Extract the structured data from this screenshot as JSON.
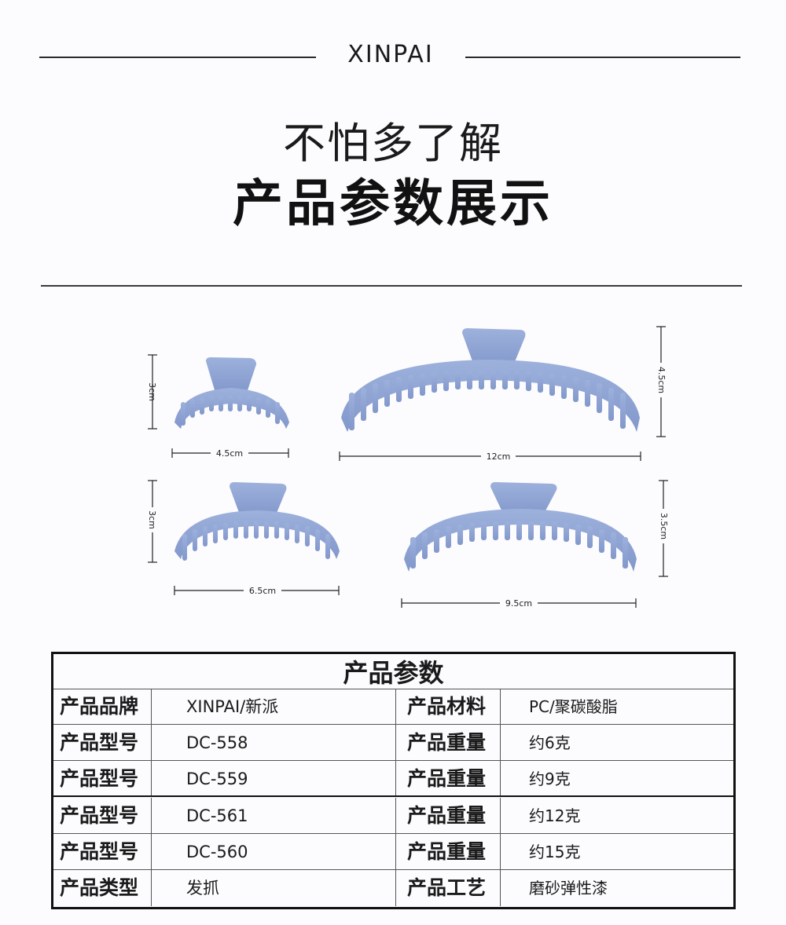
{
  "brand": "XINPAI",
  "headline_1": "不怕多了解",
  "headline_2": "产品参数展示",
  "products": [
    {
      "width_label": "4.5cm",
      "height_label": "3cm"
    },
    {
      "width_label": "12cm",
      "height_label": "4.5cm"
    },
    {
      "width_label": "6.5cm",
      "height_label": "3cm"
    },
    {
      "width_label": "9.5cm",
      "height_label": "3.5cm"
    }
  ],
  "colors": {
    "clip": "#8ea4d2",
    "clip_shade": "#7389c0"
  },
  "table": {
    "title": "产品参数",
    "rows": [
      {
        "k1": "产品品牌",
        "v1": "XINPAI/新派",
        "k2": "产品材料",
        "v2": "PC/聚碳酸脂"
      },
      {
        "k1": "产品型号",
        "v1": "DC-558",
        "k2": "产品重量",
        "v2": "约6克"
      },
      {
        "k1": "产品型号",
        "v1": "DC-559",
        "k2": "产品重量",
        "v2": "约9克"
      },
      {
        "k1": "产品型号",
        "v1": "DC-561",
        "k2": "产品重量",
        "v2": "约12克"
      },
      {
        "k1": "产品型号",
        "v1": "DC-560",
        "k2": "产品重量",
        "v2": "约15克"
      },
      {
        "k1": "产品类型",
        "v1": "发抓",
        "k2": "产品工艺",
        "v2": "磨砂弹性漆"
      }
    ]
  }
}
